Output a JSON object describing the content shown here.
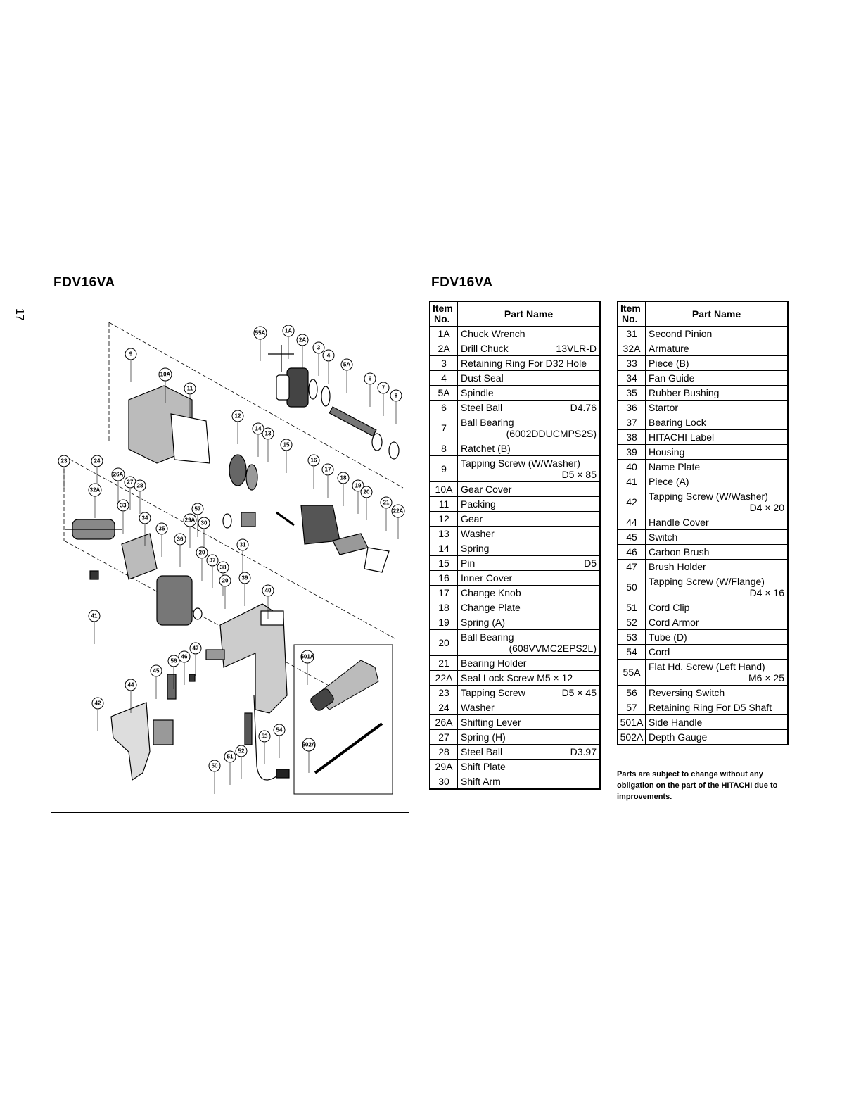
{
  "page_number": "17",
  "diagram_title": "FDV16VA",
  "table_title": "FDV16VA",
  "header": {
    "item_no_line1": "Item",
    "item_no_line2": "No.",
    "part_name": "Part Name"
  },
  "table_left": [
    {
      "no": "1A",
      "name": "Chuck Wrench",
      "spec": ""
    },
    {
      "no": "2A",
      "name": "Drill Chuck",
      "spec": "13VLR-D"
    },
    {
      "no": "3",
      "name": "Retaining Ring For D32 Hole",
      "spec": ""
    },
    {
      "no": "4",
      "name": "Dust Seal",
      "spec": ""
    },
    {
      "no": "5A",
      "name": "Spindle",
      "spec": ""
    },
    {
      "no": "6",
      "name": "Steel Ball",
      "spec": "D4.76"
    },
    {
      "no": "7",
      "name": "Ball Bearing",
      "line2": "(6002DDUCMPS2S)"
    },
    {
      "no": "8",
      "name": "Ratchet (B)",
      "spec": ""
    },
    {
      "no": "9",
      "name": "Tapping Screw (W/Washer)",
      "line2": "D5 × 85"
    },
    {
      "no": "10A",
      "name": "Gear Cover",
      "spec": ""
    },
    {
      "no": "11",
      "name": "Packing",
      "spec": ""
    },
    {
      "no": "12",
      "name": "Gear",
      "spec": ""
    },
    {
      "no": "13",
      "name": "Washer",
      "spec": ""
    },
    {
      "no": "14",
      "name": "Spring",
      "spec": ""
    },
    {
      "no": "15",
      "name": "Pin",
      "spec": "D5"
    },
    {
      "no": "16",
      "name": "Inner Cover",
      "spec": ""
    },
    {
      "no": "17",
      "name": "Change Knob",
      "spec": ""
    },
    {
      "no": "18",
      "name": "Change Plate",
      "spec": ""
    },
    {
      "no": "19",
      "name": "Spring (A)",
      "spec": ""
    },
    {
      "no": "20",
      "name": "Ball Bearing",
      "line2": "(608VVMC2EPS2L)"
    },
    {
      "no": "21",
      "name": "Bearing Holder",
      "spec": ""
    },
    {
      "no": "22A",
      "name": "Seal Lock Screw M5 × 12",
      "spec": ""
    },
    {
      "no": "23",
      "name": "Tapping Screw",
      "spec": "D5 × 45"
    },
    {
      "no": "24",
      "name": "Washer",
      "spec": ""
    },
    {
      "no": "26A",
      "name": "Shifting Lever",
      "spec": ""
    },
    {
      "no": "27",
      "name": "Spring (H)",
      "spec": ""
    },
    {
      "no": "28",
      "name": "Steel Ball",
      "spec": "D3.97"
    },
    {
      "no": "29A",
      "name": "Shift Plate",
      "spec": ""
    },
    {
      "no": "30",
      "name": "Shift Arm",
      "spec": ""
    }
  ],
  "table_right": [
    {
      "no": "31",
      "name": "Second Pinion",
      "spec": ""
    },
    {
      "no": "32A",
      "name": "Armature",
      "spec": ""
    },
    {
      "no": "33",
      "name": "Piece (B)",
      "spec": ""
    },
    {
      "no": "34",
      "name": "Fan Guide",
      "spec": ""
    },
    {
      "no": "35",
      "name": "Rubber Bushing",
      "spec": ""
    },
    {
      "no": "36",
      "name": "Startor",
      "spec": ""
    },
    {
      "no": "37",
      "name": "Bearing Lock",
      "spec": ""
    },
    {
      "no": "38",
      "name": "HITACHI Label",
      "spec": ""
    },
    {
      "no": "39",
      "name": "Housing",
      "spec": ""
    },
    {
      "no": "40",
      "name": "Name Plate",
      "spec": ""
    },
    {
      "no": "41",
      "name": "Piece (A)",
      "spec": ""
    },
    {
      "no": "42",
      "name": "Tapping Screw (W/Washer)",
      "line2": "D4 × 20"
    },
    {
      "no": "44",
      "name": "Handle Cover",
      "spec": ""
    },
    {
      "no": "45",
      "name": "Switch",
      "spec": ""
    },
    {
      "no": "46",
      "name": "Carbon Brush",
      "spec": ""
    },
    {
      "no": "47",
      "name": "Brush Holder",
      "spec": ""
    },
    {
      "no": "50",
      "name": "Tapping Screw (W/Flange)",
      "line2": "D4 × 16"
    },
    {
      "no": "51",
      "name": "Cord Clip",
      "spec": ""
    },
    {
      "no": "52",
      "name": "Cord Armor",
      "spec": ""
    },
    {
      "no": "53",
      "name": "Tube (D)",
      "spec": ""
    },
    {
      "no": "54",
      "name": "Cord",
      "spec": ""
    },
    {
      "no": "55A",
      "name": "Flat Hd. Screw (Left Hand)",
      "line2": "M6 × 25"
    },
    {
      "no": "56",
      "name": "Reversing Switch",
      "spec": ""
    },
    {
      "no": "57",
      "name": "Retaining Ring For D5 Shaft",
      "spec": ""
    },
    {
      "no": "501A",
      "name": "Side Handle",
      "spec": ""
    },
    {
      "no": "502A",
      "name": "Depth Gauge",
      "spec": ""
    }
  ],
  "footnote": "Parts are subject to change without any obligation on the part of the HITACHI due to improvements.",
  "callouts": [
    "1A",
    "2A",
    "3",
    "4",
    "5A",
    "6",
    "7",
    "8",
    "9",
    "10A",
    "11",
    "12",
    "13",
    "14",
    "15",
    "16",
    "17",
    "18",
    "19",
    "20",
    "21",
    "22A",
    "23",
    "24",
    "26A",
    "27",
    "28",
    "29A",
    "30",
    "31",
    "32A",
    "33",
    "34",
    "35",
    "36",
    "37",
    "38",
    "39",
    "40",
    "41",
    "42",
    "44",
    "45",
    "46",
    "47",
    "50",
    "51",
    "52",
    "53",
    "54",
    "55A",
    "56",
    "57",
    "501A",
    "502A"
  ]
}
